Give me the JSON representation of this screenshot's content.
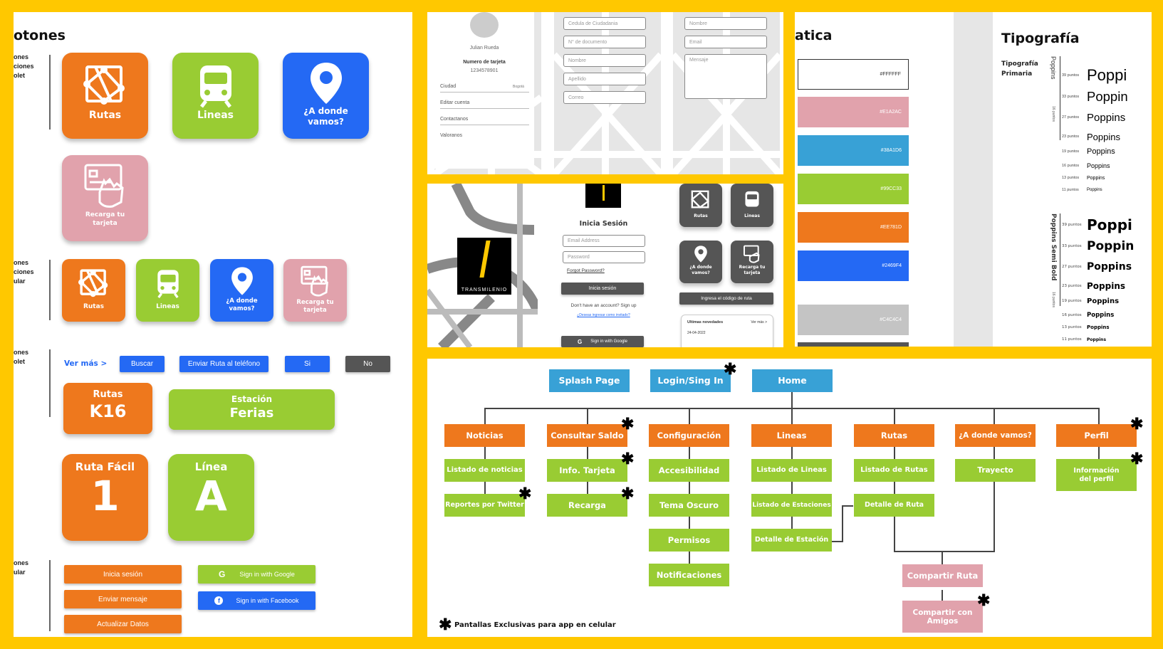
{
  "colors": {
    "frame": "#FFC800",
    "orange": "#EE781D",
    "green": "#99CC33",
    "blue": "#2469F4",
    "pink": "#E1A2AC",
    "skyblue": "#38A1D6",
    "gray": "#C4C4C4",
    "dark": "#555555"
  },
  "buttons_panel": {
    "title": "otones",
    "row_labels": {
      "tablet1": "ones\nciones\nolet",
      "cel1": "ones\nciones\nular",
      "tablet2": "ones\nolet",
      "cel2": "ones\nular"
    },
    "big_tiles": [
      {
        "label": "Rutas",
        "icon": "route-icon"
      },
      {
        "label": "Lineas",
        "icon": "bus-icon"
      },
      {
        "label": "¿A donde\nvamos?",
        "icon": "location-pin-icon"
      },
      {
        "label": "Recarga tu\ntarjeta",
        "icon": "card-hand-icon"
      }
    ],
    "small_tiles": [
      {
        "label": "Rutas",
        "icon": "route-icon"
      },
      {
        "label": "Lineas",
        "icon": "bus-icon"
      },
      {
        "label": "¿A donde\nvamos?",
        "icon": "location-pin-icon"
      },
      {
        "label": "Recarga tu\ntarjeta",
        "icon": "card-hand-icon"
      }
    ],
    "ver_mas": "Ver más >",
    "action_buttons": [
      "Buscar",
      "Enviar Ruta al teléfono",
      "Si",
      "No"
    ],
    "info_cards": [
      {
        "top": "Rutas",
        "bottom": "K16"
      },
      {
        "top": "Estación",
        "bottom": "Ferias"
      },
      {
        "top": "Ruta Fácil",
        "bottom": "1"
      },
      {
        "top": "Línea",
        "bottom": "A"
      }
    ],
    "orange_buttons": [
      "Inicia sesión",
      "Enviar mensaje",
      "Actualizar Datos"
    ],
    "social_buttons": [
      {
        "label": "Sign in with Google",
        "icon": "google-icon"
      },
      {
        "label": "Sign in with Facebook",
        "icon": "facebook-icon"
      }
    ]
  },
  "wire_top": {
    "profile": {
      "name": "Julian Rueda",
      "card_label": "Numero de tarjeta",
      "card_number": "1234578901",
      "menu": [
        "Ciudad",
        "Editar cuenta",
        "Contactanos",
        "Valoranos"
      ],
      "city_value": "Bogotá"
    },
    "form1": [
      "Cedula de Ciudadania",
      "N° de documento",
      "Nombre",
      "Apellido",
      "Correo"
    ],
    "form2": [
      "Nombre",
      "Email",
      "Mensaje"
    ]
  },
  "wire_mid": {
    "logo_text": "TRANSMILENIO",
    "login_title": "Inicia Sesión",
    "email_ph": "Email Address",
    "password_ph": "Password",
    "forgot": "Forgot Password?",
    "login_btn": "Inicia sesión",
    "no_account": "Don't have an account? Sign up",
    "guest": "¿Deseas ingresar como invitado?",
    "google_btn": "Sign in with Google",
    "home_tiles": [
      "Rutas",
      "Lineas",
      "¿A donde\nvamos?",
      "Recarga tu\ntarjeta"
    ],
    "route_code_btn": "Ingresa el código de ruta",
    "news_title": "Ultimas novedades",
    "news_more": "Ver más >",
    "news_date": "24-04-2022"
  },
  "palette": {
    "title": "atica",
    "swatches": [
      "#FFFFFF",
      "#E1A2AC",
      "#38A1D6",
      "#99CC33",
      "#EE781D",
      "#2469F4",
      "#C4C4C4"
    ]
  },
  "typography": {
    "title": "Tipografía",
    "primary_label": "Tipografía\nPrimaria",
    "font1": "Poppins",
    "font1_side_size": "16 puntos",
    "font2": "Poppins Semi Bold",
    "font2_side_size": "16 puntos",
    "sizes": [
      "39 puntos",
      "33 puntos",
      "27 puntos",
      "23 puntos",
      "19 puntos",
      "16 puntos",
      "13 puntos",
      "11 puntos"
    ],
    "samples_regular": [
      "Poppi",
      "Poppin",
      "Poppins",
      "Poppins",
      "Poppins",
      "Poppins",
      "Poppins",
      "Poppins"
    ],
    "samples_bold": [
      "Poppi",
      "Poppin",
      "Poppins",
      "Poppins",
      "Poppins",
      "Poppins",
      "Poppins",
      "Poppins"
    ]
  },
  "sitemap": {
    "top": [
      "Splash Page",
      "Login/Sing In",
      "Home"
    ],
    "columns": [
      {
        "head": "Noticias",
        "items": [
          "Listado de noticias",
          "Reportes por Twitter"
        ]
      },
      {
        "head": "Consultar Saldo",
        "items": [
          "Info. Tarjeta",
          "Recarga"
        ]
      },
      {
        "head": "Configuración",
        "items": [
          "Accesibilidad",
          "Tema Oscuro",
          "Permisos",
          "Notificaciones"
        ]
      },
      {
        "head": "Lineas",
        "items": [
          "Listado de Lineas",
          "Listado de Estaciones",
          "Detalle de Estación"
        ]
      },
      {
        "head": "Rutas",
        "items": [
          "Listado de Rutas",
          "Detalle de Ruta"
        ]
      },
      {
        "head": "¿A donde vamos?",
        "items": [
          "Trayecto"
        ]
      },
      {
        "head": "Perfil",
        "items": [
          "Información\ndel perfil"
        ]
      }
    ],
    "share": [
      "Compartir Ruta",
      "Compartir con\nAmigos"
    ],
    "legend": "Pantallas Exclusivas para app en celular",
    "star": "✱"
  }
}
